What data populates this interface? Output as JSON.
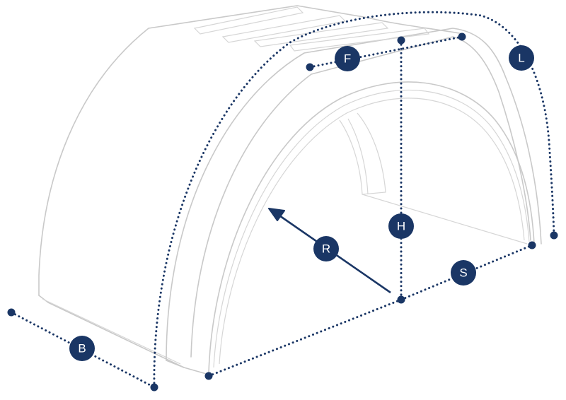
{
  "labels": {
    "F": "F",
    "L": "L",
    "H": "H",
    "R": "R",
    "S": "S",
    "B": "B"
  },
  "colors": {
    "accent": "#1a3665",
    "outline": "#c9c9c9"
  }
}
